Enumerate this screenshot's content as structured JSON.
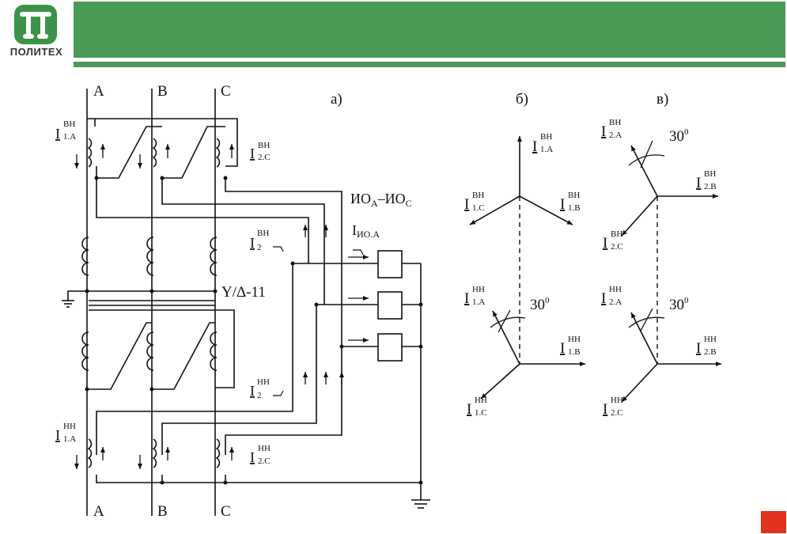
{
  "header": {
    "logo_text": "ПОЛИТЕХ",
    "logo_icon": "pi-logo-icon",
    "band_color": "#4a9b56",
    "accent_color": "#e0321c"
  },
  "scheme": {
    "panel_a": "а)",
    "phases_top": [
      "A",
      "B",
      "C"
    ],
    "phases_bottom": [
      "A",
      "B",
      "C"
    ],
    "connection": "Y/Δ-11",
    "protection_label": "ИО",
    "protection_sub_a": "A",
    "protection_dash": "–ИО",
    "protection_sub_c": "C",
    "relay_current_main": "I",
    "relay_current_sub": "ИО.А",
    "i1a_hv": {
      "main": "I",
      "sup": "ВН",
      "sub": "1.А"
    },
    "i2c_hv": {
      "main": "I",
      "sup": "ВН",
      "sub": "2.С"
    },
    "i2_hv": {
      "main": "I",
      "sup": "ВН",
      "sub": "2"
    },
    "i2_lv": {
      "main": "I",
      "sup": "НН",
      "sub": "2"
    },
    "i1a_lv": {
      "main": "I",
      "sup": "НН",
      "sub": "1.А"
    },
    "i2c_lv": {
      "main": "I",
      "sup": "НН",
      "sub": "2.С"
    }
  },
  "vectors_b": {
    "panel": "б)",
    "top": [
      {
        "main": "I",
        "sup": "ВН",
        "sub": "1.А"
      },
      {
        "main": "I",
        "sup": "ВН",
        "sub": "1.С"
      },
      {
        "main": "I",
        "sup": "ВН",
        "sub": "1.В"
      }
    ],
    "bottom": [
      {
        "main": "I",
        "sup": "НН",
        "sub": "1.А"
      },
      {
        "main": "I",
        "sup": "НН",
        "sub": "1.В"
      },
      {
        "main": "I",
        "sup": "НН",
        "sub": "1.С"
      }
    ],
    "angle": "30",
    "angle_unit": "0"
  },
  "vectors_v": {
    "panel": "в)",
    "top": [
      {
        "main": "I",
        "sup": "ВН",
        "sub": "2.А"
      },
      {
        "main": "I",
        "sup": "ВН",
        "sub": "2.В"
      },
      {
        "main": "I",
        "sup": "ВН",
        "sub": "2.С"
      }
    ],
    "bottom": [
      {
        "main": "I",
        "sup": "НН",
        "sub": "2.А"
      },
      {
        "main": "I",
        "sup": "НН",
        "sub": "2.В"
      },
      {
        "main": "I",
        "sup": "НН",
        "sub": "2.С"
      }
    ],
    "angle_top": "30",
    "angle_top_unit": "0",
    "angle_bottom": "30",
    "angle_bottom_unit": "0"
  }
}
